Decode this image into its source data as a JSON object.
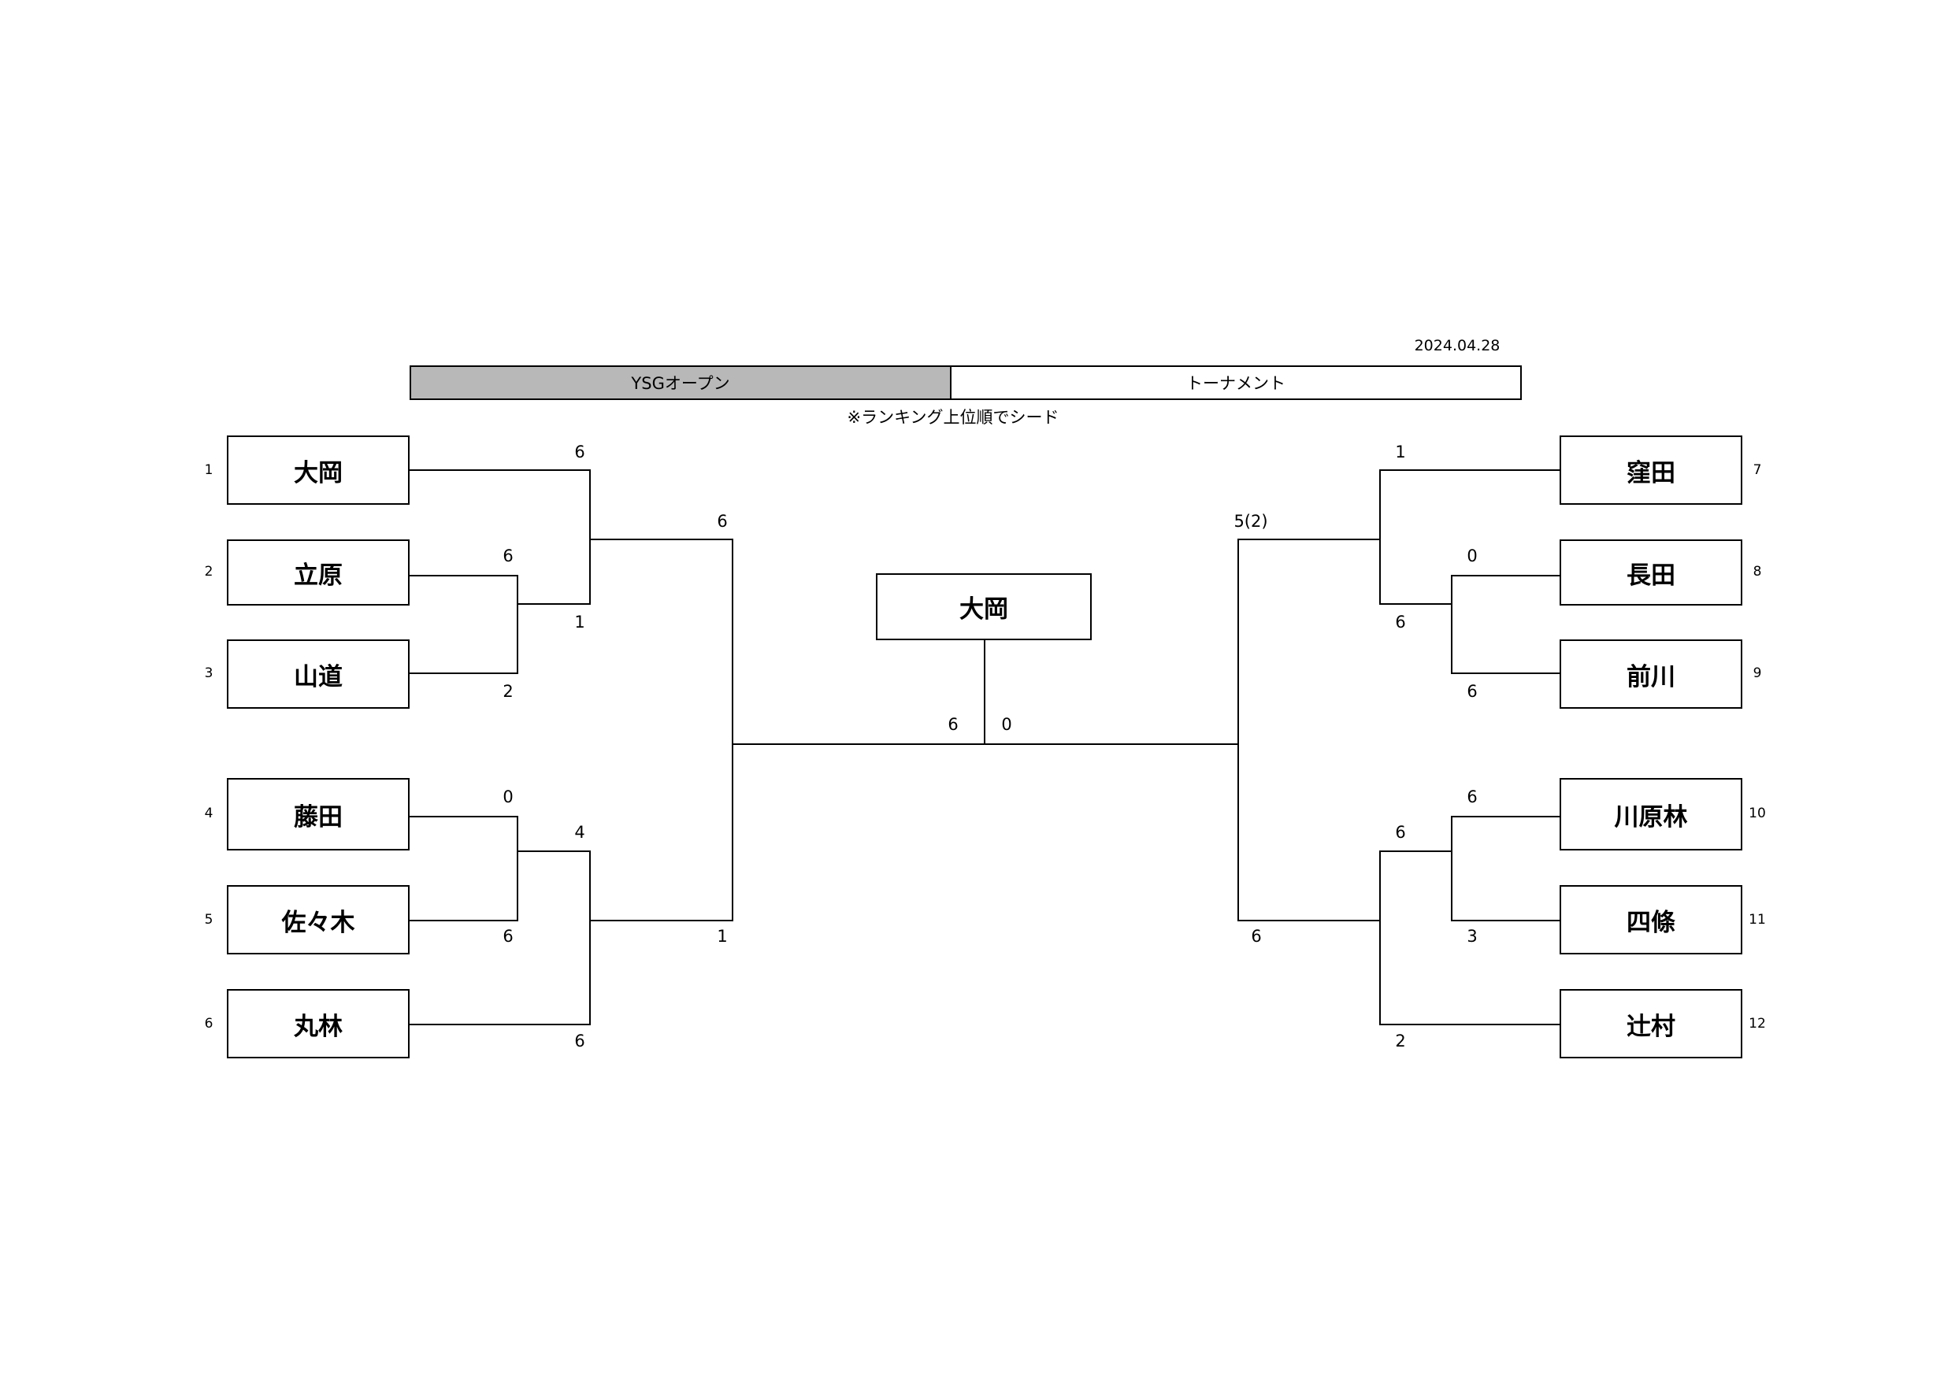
{
  "date": "2024.04.28",
  "header": {
    "title": "YSGオープン",
    "subtitle": "トーナメント"
  },
  "note": "※ランキング上位順でシード",
  "champion": "大岡",
  "players": {
    "p1": {
      "seed": "1",
      "name": "大岡"
    },
    "p2": {
      "seed": "2",
      "name": "立原"
    },
    "p3": {
      "seed": "3",
      "name": "山道"
    },
    "p4": {
      "seed": "4",
      "name": "藤田"
    },
    "p5": {
      "seed": "5",
      "name": "佐々木"
    },
    "p6": {
      "seed": "6",
      "name": "丸林"
    },
    "p7": {
      "seed": "7",
      "name": "窪田"
    },
    "p8": {
      "seed": "8",
      "name": "長田"
    },
    "p9": {
      "seed": "9",
      "name": "前川"
    },
    "p10": {
      "seed": "10",
      "name": "川原林"
    },
    "p11": {
      "seed": "11",
      "name": "四條"
    },
    "p12": {
      "seed": "12",
      "name": "辻村"
    }
  },
  "scores": {
    "l_r2_top": "6",
    "l_r1a_top": "6",
    "l_r1a_bot": "2",
    "l_r2_bot": "1",
    "l_sf_top": "6",
    "l_r1b_top": "0",
    "l_r1b_bot": "6",
    "l_r2b_top": "4",
    "l_r2b_bot": "6",
    "l_sf_bot": "1",
    "f_left": "6",
    "f_right": "0",
    "r_r2_top": "1",
    "r_r1a_top": "0",
    "r_r2_bot": "6",
    "r_r1a_bot": "6",
    "r_sf_top": "5(2)",
    "r_r1b_top": "6",
    "r_r2b_top": "6",
    "r_r1b_bot": "3",
    "r_r2b_bot": "2",
    "r_sf_bot": "6"
  }
}
